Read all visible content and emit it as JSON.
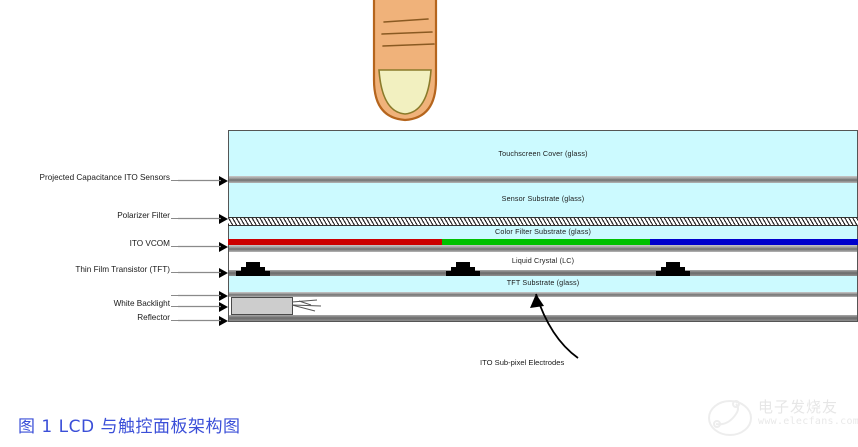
{
  "figure": {
    "caption": "图 1 LCD 与触控面板架构图",
    "annotation": "ITO Sub-pixel Electrodes"
  },
  "stack_labels": {
    "touchscreen_cover": "Touchscreen Cover (glass)",
    "sensor_substrate": "Sensor Substrate (glass)",
    "color_filter_substrate": "Color Filter Substrate (glass)",
    "liquid_crystal": "Liquid Crystal (LC)",
    "tft_substrate": "TFT Substrate (glass)"
  },
  "callouts": [
    {
      "label": "Projected Capacitance ITO Sensors"
    },
    {
      "label": "Polarizer Filter"
    },
    {
      "label": "ITO VCOM"
    },
    {
      "label": "Thin Film Transistor (TFT)"
    },
    {
      "label": ""
    },
    {
      "label": "White Backlight"
    },
    {
      "label": "Reflector"
    }
  ],
  "colors": {
    "glass": "#ccfaff",
    "liquid_crystal": "#ffffff",
    "metal_bar": "#8d8d8d",
    "sub_pixel_red": "#cc0000",
    "sub_pixel_green": "#00c000",
    "sub_pixel_blue": "#0000cc",
    "caption_blue": "#3b4fd8",
    "finger_skin": "#f0b27a",
    "finger_nail": "#f2f0c0",
    "watermark_grey": "#cfcfcf"
  },
  "color_filter": {
    "segments": [
      {
        "name": "red",
        "hex": "#cc0000",
        "width_pct": 34
      },
      {
        "name": "green",
        "hex": "#00c000",
        "width_pct": 33
      },
      {
        "name": "blue",
        "hex": "#0000cc",
        "width_pct": 33
      }
    ]
  },
  "watermark": {
    "brand": "电子发烧友",
    "url": "www.elecfans.com"
  }
}
